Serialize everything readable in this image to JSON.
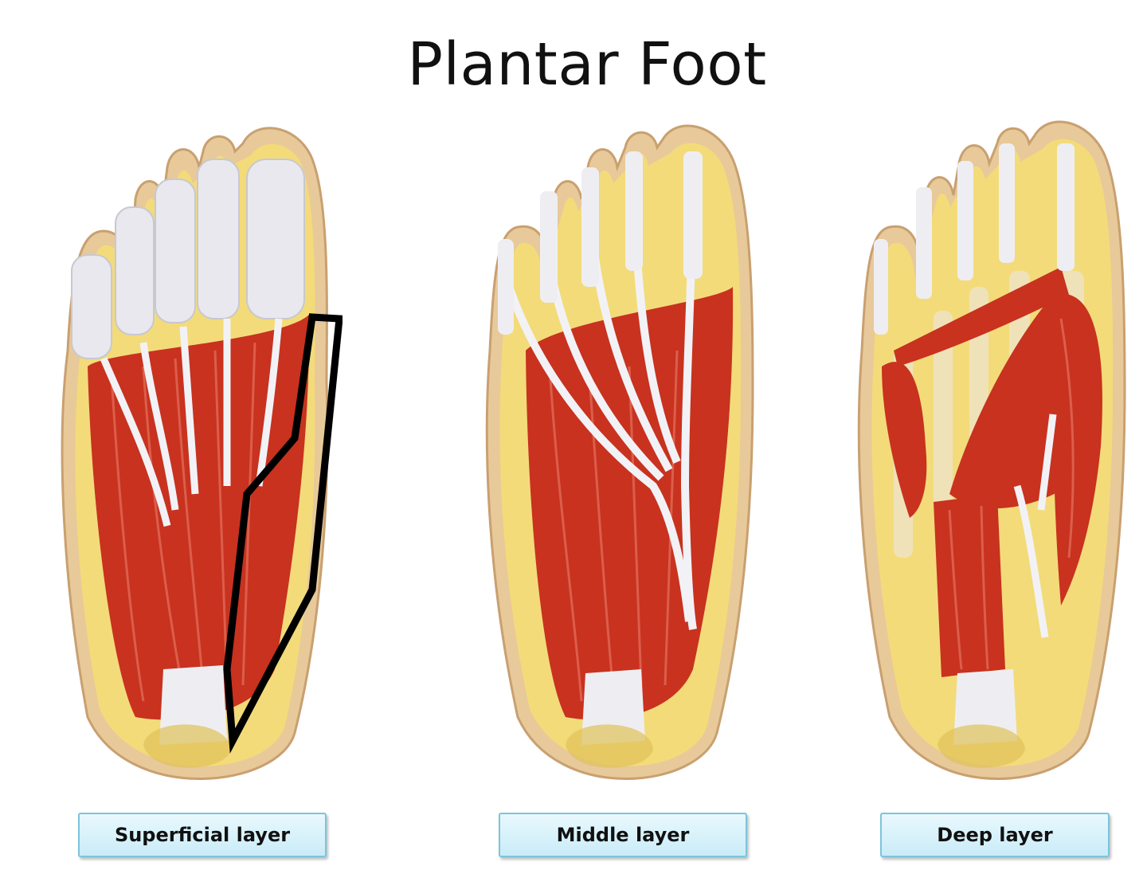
{
  "title": "Plantar Foot",
  "panels": [
    {
      "label": "Superficial layer"
    },
    {
      "label": "Middle layer"
    },
    {
      "label": "Deep layer"
    }
  ],
  "colors": {
    "skin": "#e8c99a",
    "fat": "#f3db7a",
    "muscle": "#c8321f",
    "tendon": "#eeeef2",
    "outline": "#000000"
  }
}
